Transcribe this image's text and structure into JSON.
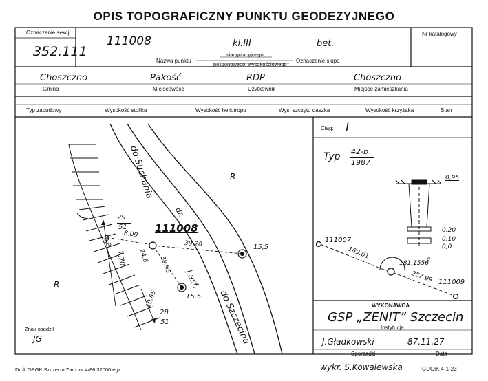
{
  "title": "OPIS TOPOGRAFICZNY PUNKTU GEODEZYJNEGO",
  "header": {
    "section_label": "Oznaczenie sekcji",
    "section_value": "352.111",
    "point_number": "111008",
    "class": "kl.III",
    "pillar_mark": "bet.",
    "catalog_label": "Nr katalogowy",
    "point_name_label": "Nazwa punktu",
    "type_line1": "triangulacyjnego",
    "type_line2": "poligonowego, wysokościowego",
    "pillar_label": "Oznaczenie słupa"
  },
  "location": {
    "gmina_value": "Choszczno",
    "gmina_label": "Gmina",
    "locality_value": "Pakość",
    "locality_label": "Miejscowość",
    "user_value": "RDP",
    "user_label": "Użytkownik",
    "residence_value": "Choszczno",
    "residence_label": "Miejsce zamieszkania"
  },
  "columns": [
    "Typ zabudowy",
    "Wysokość stolika",
    "Wysokość heliotropu",
    "Wys. szczytu daszka",
    "Wysokość krzyżaka",
    "Stan"
  ],
  "sketch": {
    "road_top": "do Suchania",
    "road_bottom": "do Szczecina",
    "road_mid": "dr.",
    "road_surface": "j.asf.",
    "region_r1": "R",
    "region_r2": "R",
    "point_label": "111008",
    "ref_top_num": "29",
    "ref_top_den": "51",
    "ref_bottom_num": "28",
    "ref_bottom_den": "51",
    "d_809": "8.09",
    "d_3920": "39.20",
    "d_3895": "38.95",
    "d_246": "24.6",
    "d_770": "7.70",
    "d_1085": "10.85",
    "d_08": "0.8",
    "mark_155a": "15,5",
    "mark_155b": "15,5",
    "settlement_label": "Znak osadził",
    "settlement_value": "JG"
  },
  "right": {
    "ciag_label": "Ciąg:",
    "ciag_value": "I",
    "typ_label": "Typ",
    "typ_num": "42-b",
    "typ_year": "1987",
    "depth_095": "0,95",
    "depth_020": "0,20",
    "depth_010": "0,10",
    "depth_00": "0,0",
    "pt_left": "111007",
    "pt_right": "111009",
    "dist_1": "189.01",
    "dist_2": "257.99",
    "angle": "181,1556",
    "angle_unit": "g"
  },
  "executor": {
    "label": "WYKONAWCA",
    "name": "GSP „ZENIT” Szczecin",
    "institution_label": "Instytucja",
    "person": "J.Gładkowski",
    "date": "87.11.27",
    "person_label": "Sporządził",
    "date_label": "Data"
  },
  "footer": {
    "print_info": "Druk OPGK Szczecin Zam. nr 4/86 32000 egz.",
    "copied_by": "wykr. S.Kowalewska",
    "form_code": "GUGiK 4-1-23"
  }
}
